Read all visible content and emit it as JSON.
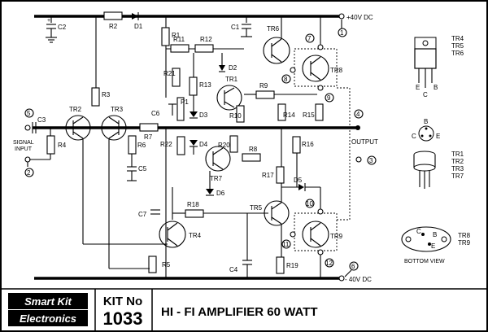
{
  "brand": {
    "line1": "Smart Kit",
    "line2": "Electronics"
  },
  "kit": {
    "label": "KIT No",
    "number": "1033"
  },
  "title": "HI - FI AMPLIFIER 60 WATT",
  "supply": {
    "positive": "+40V DC",
    "negative": "- 40V DC",
    "output": "OUTPUT",
    "input": "SIGNAL\nINPUT"
  },
  "nodes": [
    "1",
    "2",
    "3",
    "4",
    "5",
    "6",
    "7",
    "8",
    "9",
    "10",
    "11",
    "12"
  ],
  "resistors": [
    "R1",
    "R2",
    "R3",
    "R4",
    "R5",
    "R6",
    "R7",
    "R8",
    "R9",
    "R10",
    "R11",
    "R12",
    "R13",
    "R14",
    "R15",
    "R16",
    "R17",
    "R18",
    "R19",
    "R20",
    "R21",
    "R22"
  ],
  "capacitors": [
    "C1",
    "C2",
    "C3",
    "C4",
    "C5",
    "C6",
    "C7"
  ],
  "diodes": [
    "D1",
    "D2",
    "D3",
    "D4",
    "D5",
    "D6"
  ],
  "transistors": [
    "TR1",
    "TR2",
    "TR3",
    "TR4",
    "TR5",
    "TR6",
    "TR7",
    "TR8",
    "TR9"
  ],
  "pot": "P1",
  "pinouts": {
    "to220": {
      "names": [
        "TR4",
        "TR5",
        "TR6"
      ],
      "pins": [
        "E",
        "B",
        "C"
      ]
    },
    "to39": {
      "names": [
        "TR1",
        "TR2",
        "TR3",
        "TR7"
      ],
      "pins": [
        "B",
        "C",
        "E"
      ]
    },
    "to3": {
      "names": [
        "TR8",
        "TR9"
      ],
      "pins": [
        "C",
        "B",
        "E"
      ],
      "caption": "BOTTOM VIEW"
    }
  }
}
